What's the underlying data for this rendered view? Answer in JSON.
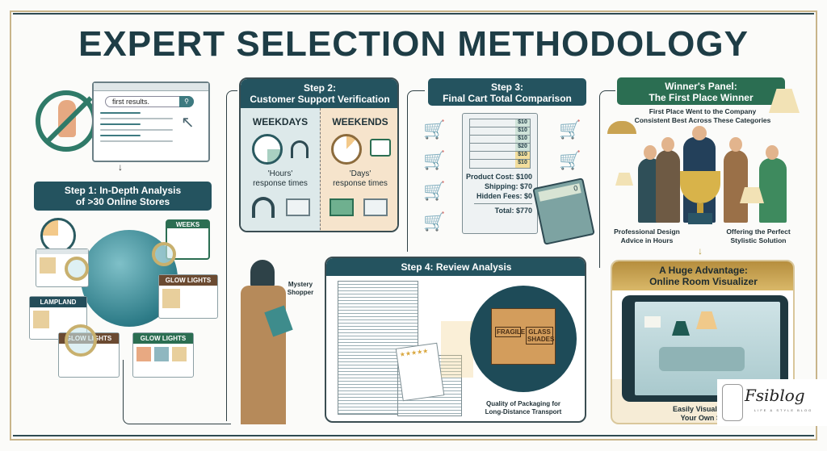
{
  "title": "EXPERT SELECTION METHODOLOGY",
  "step1": {
    "search_text": "first results.",
    "header": "Step 1: In-Depth Analysis\nof >30 Online Stores",
    "header_line1": "Step 1: In-Depth Analysis",
    "header_line2": "of >30 Online Stores",
    "calendar_label": "WEEKS",
    "stores": [
      "LAMPLAND",
      "GLOW LIGHTS",
      "GLOW LIGHTS",
      "GLOW LIGHTS"
    ]
  },
  "step2": {
    "header_line1": "Step 2:",
    "header_line2": "Customer Support Verification",
    "weekdays": {
      "title": "WEEKDAYS",
      "line1": "'Hours'",
      "line2": "response times"
    },
    "weekends": {
      "title": "WEEKENDS",
      "line1": "'Days'",
      "line2": "response times"
    },
    "mystery_shopper": "Mystery\nShopper",
    "mystery_line1": "Mystery",
    "mystery_line2": "Shopper"
  },
  "step3": {
    "header_line1": "Step 3:",
    "header_line2": "Final Cart Total Comparison",
    "receipt_values": [
      "$10",
      "$10",
      "$10",
      "$20",
      "$10",
      "$10"
    ],
    "product_cost": "Product Cost: $100",
    "shipping": "Shipping:  $70",
    "hidden_fees": "Hidden Fees:  $0",
    "total": "Total:  $770",
    "calculator_display": "0"
  },
  "step4": {
    "header": "Step 4: Review Analysis",
    "box_labels": [
      "FRAGILE",
      "GLASS SHADES"
    ],
    "caption_line1": "Quality of Packaging for",
    "caption_line2": "Long-Distance Transport"
  },
  "winner": {
    "header_line1": "Winner's Panel:",
    "header_line2": "The First Place Winner",
    "subtitle_line1": "First Place Went to the Company",
    "subtitle_line2": "Consistent Best Across These Categories",
    "left_caption_line1": "Professional Design",
    "left_caption_line2": "Advice in Hours",
    "right_caption_line1": "Offering the Perfect",
    "right_caption_line2": "Stylistic Solution"
  },
  "visualizer": {
    "header_line1": "A Huge Advantage:",
    "header_line2": "Online Room Visualizer",
    "caption_line1": "Easily Visualize La",
    "caption_line2": "Your Own Spa"
  },
  "watermark": {
    "brand": "Fsiblog",
    "tagline": "LIFE & STYLE BLOG"
  },
  "colors": {
    "teal": "#24535f",
    "green": "#2b6e52",
    "gold": "#c9a352",
    "ink": "#1e3d46",
    "frame": "#c8b48a"
  }
}
